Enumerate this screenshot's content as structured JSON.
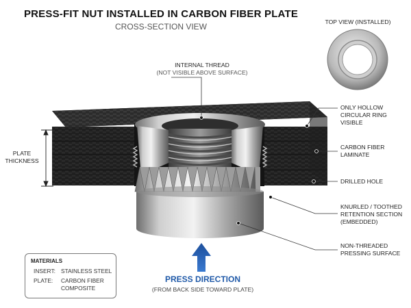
{
  "header": {
    "title": "PRESS-FIT NUT INSTALLED IN CARBON FIBER PLATE",
    "subtitle": "CROSS-SECTION VIEW"
  },
  "labels": {
    "internal_thread": "INTERNAL THREAD",
    "internal_thread_note": "(NOT VISIBLE ABOVE SURFACE)",
    "top_view": "TOP VIEW (INSTALLED)",
    "hollow_ring_1": "ONLY HOLLOW",
    "hollow_ring_2": "CIRCULAR RING VISIBLE",
    "laminate_1": "CARBON FIBER",
    "laminate_2": "LAMINATE",
    "drilled_hole": "DRILLED HOLE",
    "knurled_1": "KNURLED / TOOTHED",
    "knurled_2": "RETENTION SECTION",
    "knurled_3": "(EMBEDDED)",
    "pressing_1": "NON-THREADED",
    "pressing_2": "PRESSING SURFACE",
    "plate_thickness_1": "PLATE",
    "plate_thickness_2": "THICKNESS"
  },
  "materials": {
    "title": "MATERIALS",
    "insert_key": "INSERT:",
    "insert_value": "STAINLESS STEEL",
    "plate_key": "PLATE:",
    "plate_value_1": "CARBON FIBER",
    "plate_value_2": "COMPOSITE"
  },
  "press": {
    "title": "PRESS DIRECTION",
    "subtitle": "(FROM BACK SIDE TOWARD PLATE)"
  },
  "colors": {
    "arrow_blue": "#2a66c0",
    "carbon_dark": "#262626",
    "steel_light": "#d9d9d9",
    "steel_dark": "#7a7a7a"
  }
}
